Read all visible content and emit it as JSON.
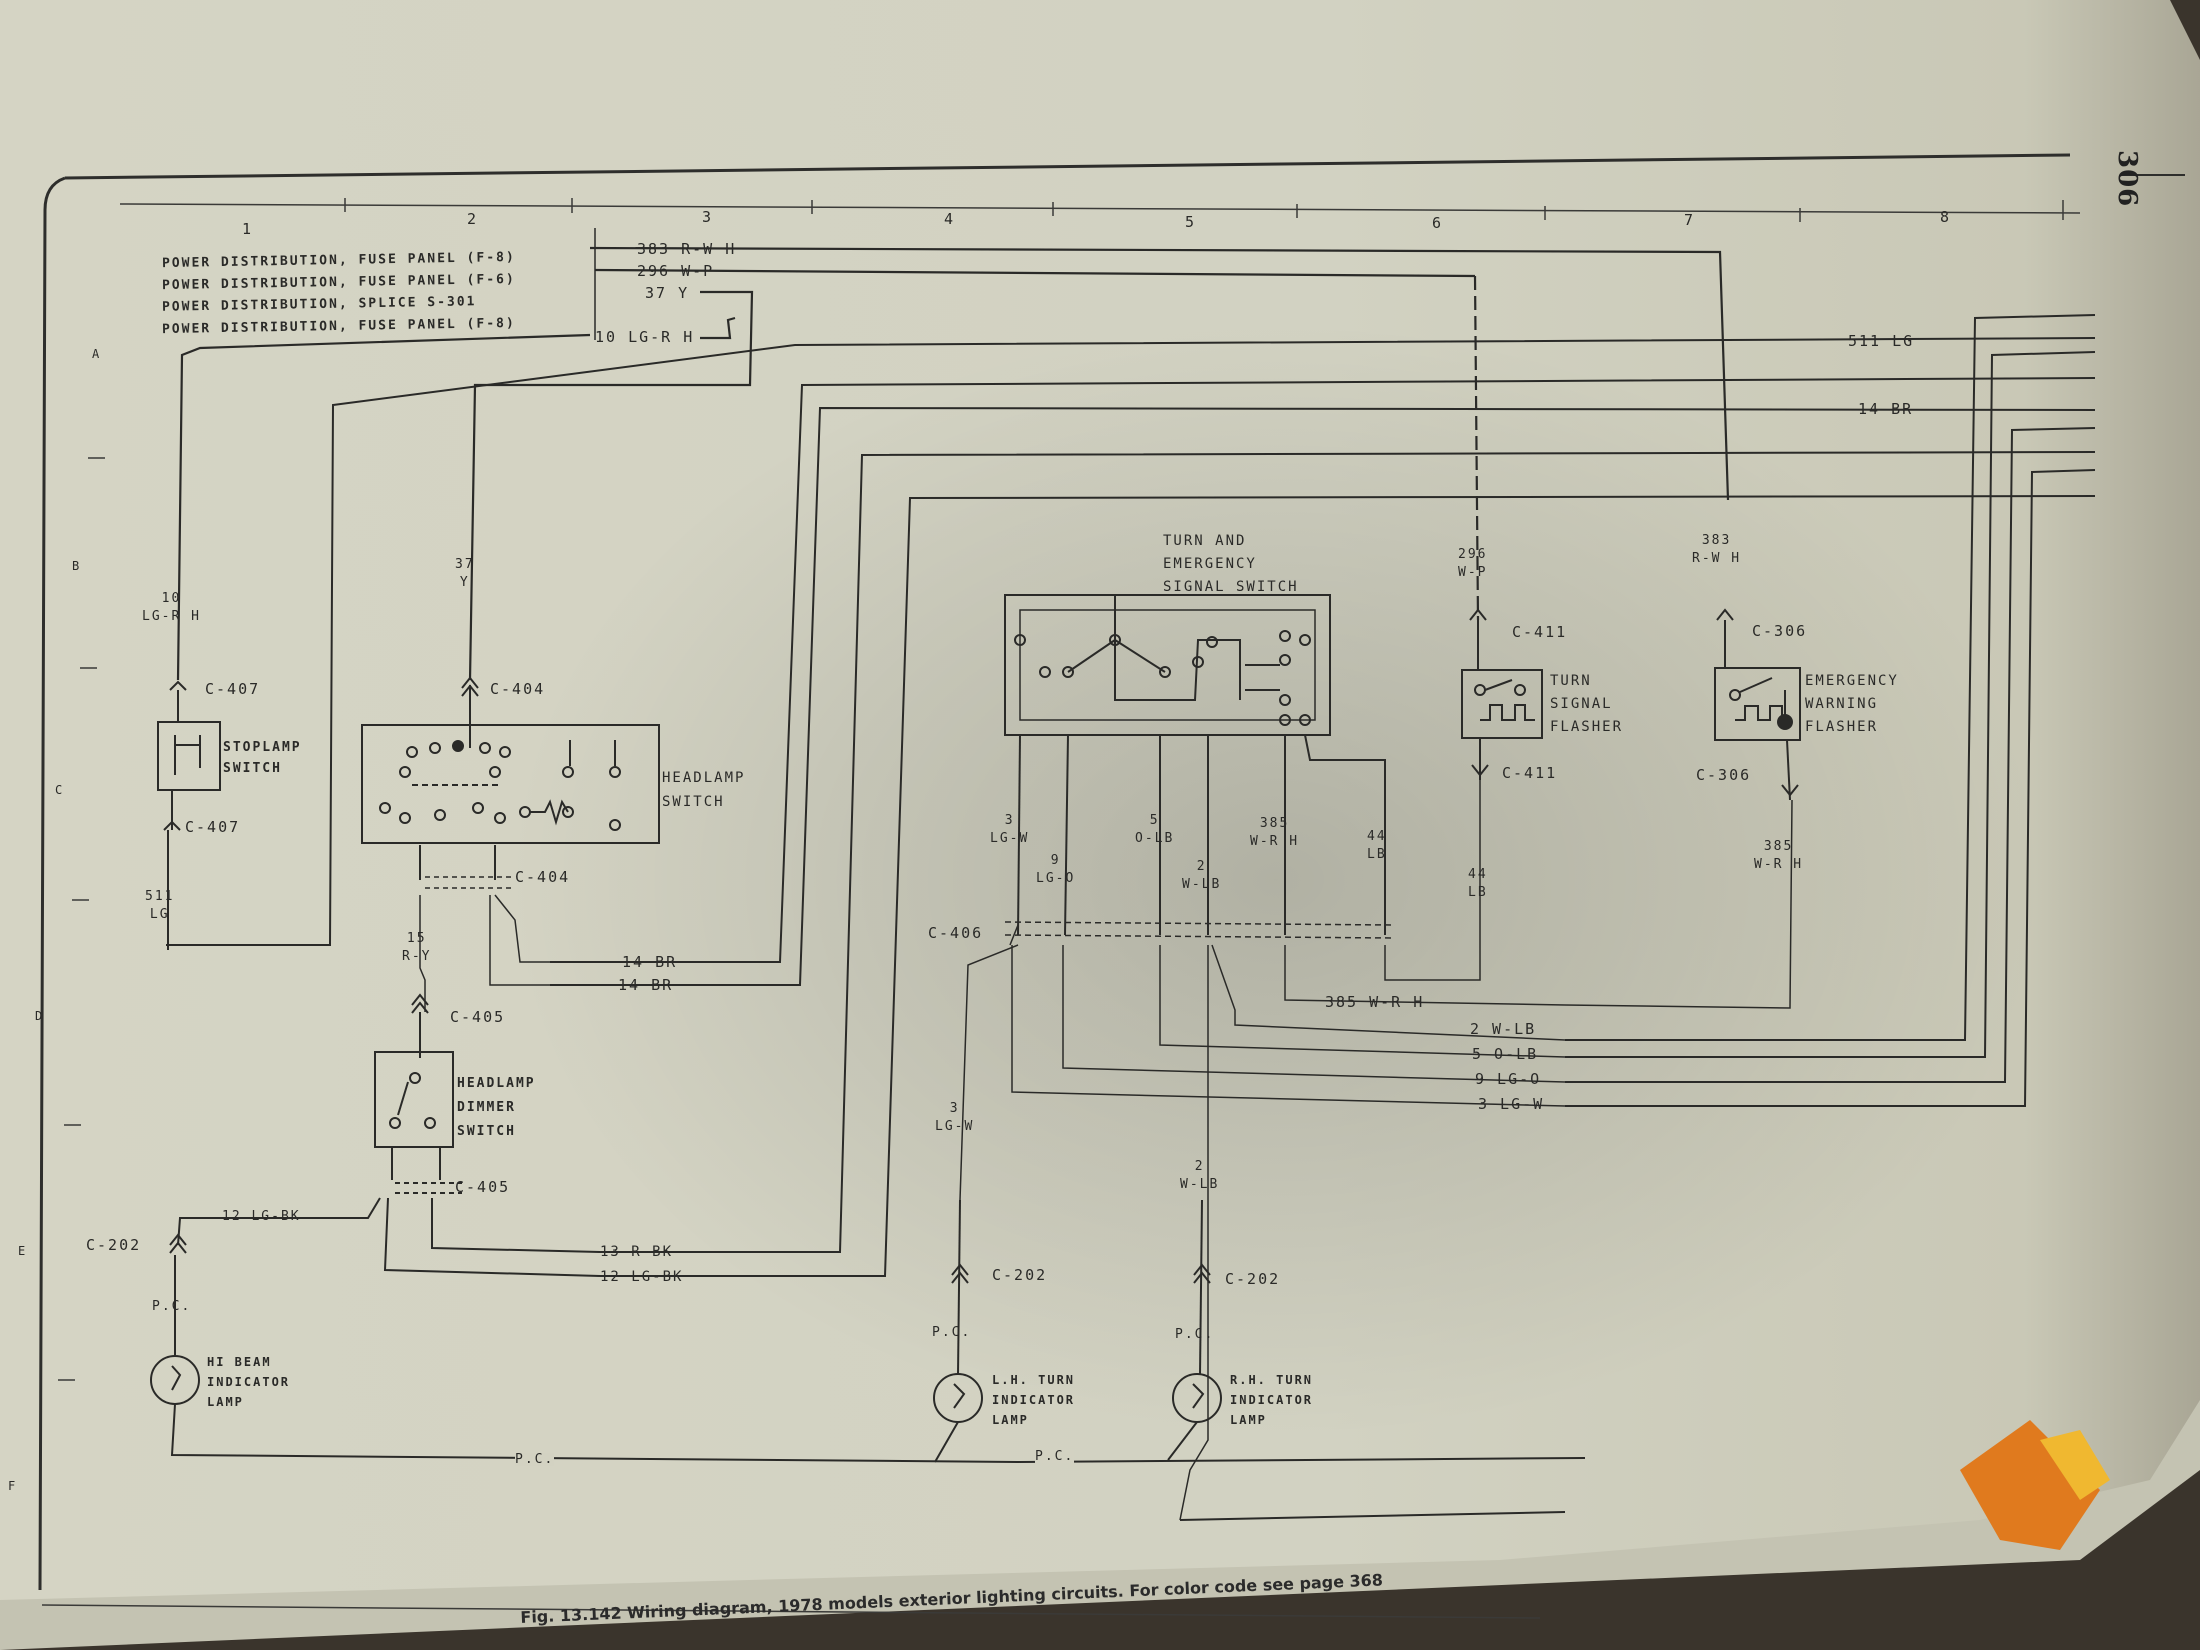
{
  "page_number": "306",
  "caption": "Fig. 13.142 Wiring diagram, 1978 models exterior lighting circuits. For color code see page 368",
  "grid_columns": [
    "1",
    "2",
    "3",
    "4",
    "5",
    "6",
    "7",
    "8"
  ],
  "grid_rows": [
    "A",
    "B",
    "C",
    "D",
    "E",
    "F"
  ],
  "power_feeds": [
    "POWER DISTRIBUTION, FUSE PANEL (F-8)",
    "POWER DISTRIBUTION, FUSE PANEL (F-6)",
    "POWER DISTRIBUTION, SPLICE S-301",
    "POWER DISTRIBUTION, FUSE PANEL (F-8)"
  ],
  "feed_wires": [
    "383 R-W H",
    "296 W-P",
    "37 Y",
    "10 LG-R H"
  ],
  "components": {
    "stoplamp_switch": "STOPLAMP\nSWITCH",
    "headlamp_switch": "HEADLAMP\nSWITCH",
    "headlamp_dimmer_switch": "HEADLAMP\nDIMMER\nSWITCH",
    "turn_emergency_switch": "TURN AND\nEMERGENCY\nSIGNAL SWITCH",
    "turn_signal_flasher": "TURN\nSIGNAL\nFLASHER",
    "emergency_warning_flasher": "EMERGENCY\nWARNING\nFLASHER",
    "hi_beam_lamp": "HI BEAM\nINDICATOR\nLAMP",
    "lh_turn_lamp": "L.H. TURN\nINDICATOR\nLAMP",
    "rh_turn_lamp": "R.H. TURN\nINDICATOR\nLAMP"
  },
  "connectors": {
    "c407": "C-407",
    "c404": "C-404",
    "c405": "C-405",
    "c202": "C-202",
    "c406": "C-406",
    "c411": "C-411",
    "c306": "C-306"
  },
  "wire_labels": {
    "w10_vertical": "10\nLG-R H",
    "w37_vertical": "37\nY",
    "w511_left": "511\nLG",
    "w15": "15\nR-Y",
    "w14_br_a": "14 BR",
    "w14_br_b": "14 BR",
    "w12_lgbk_top": "12 LG-BK",
    "w13_rbk": "13 R-BK",
    "w12_lgbk_bottom": "12 LG-BK",
    "w3_lgw_sw": "3\nLG-W",
    "w9_lgo_sw": "9\nLG-O",
    "w5_olb_sw": "5\nO-LB",
    "w2_wlb_sw": "2\nW-LB",
    "w385_sw": "385\nW-R H",
    "w44_sw": "44\nLB",
    "w44_flasher": "44\nLB",
    "w385_flasher": "385\nW-R H",
    "w296_vertical": "296\nW-P",
    "w383_vertical": "383\nR-W H",
    "w511_right": "511 LG",
    "w14_br_right": "14 BR",
    "w385_horiz": "385 W-R H",
    "w2_horiz": "2 W-LB",
    "w5_horiz": "5 O-LB",
    "w9_horiz": "9 LG-O",
    "w3_horiz": "3 LG-W",
    "w3_lower": "3\nLG-W",
    "w2_lower": "2\nW-LB",
    "pc_1": "P.C.",
    "pc_2": "P.C.",
    "pc_3": "P.C.",
    "pc_ground_1": "P.C.",
    "pc_ground_2": "P.C."
  }
}
